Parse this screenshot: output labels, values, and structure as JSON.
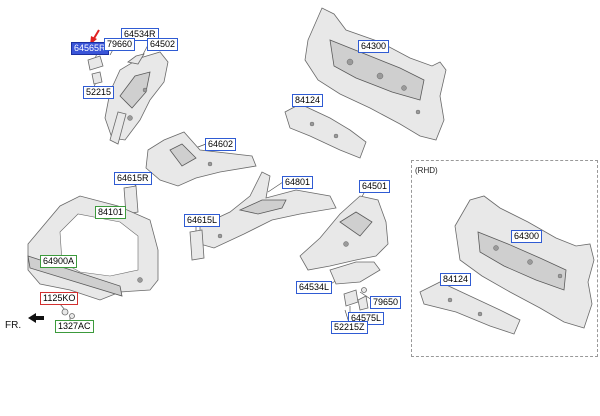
{
  "callouts": [
    {
      "id": "64565R",
      "style": "hl"
    },
    {
      "id": "64534R",
      "style": "blue"
    },
    {
      "id": "79660",
      "style": "blue"
    },
    {
      "id": "64502",
      "style": "blue"
    },
    {
      "id": "52215",
      "style": "blue"
    },
    {
      "id": "64300",
      "style": "blue"
    },
    {
      "id": "84124",
      "style": "blue"
    },
    {
      "id": "64602",
      "style": "blue"
    },
    {
      "id": "64615R",
      "style": "blue"
    },
    {
      "id": "64801",
      "style": "blue"
    },
    {
      "id": "64501",
      "style": "blue"
    },
    {
      "id": "84101",
      "style": "green"
    },
    {
      "id": "64615L",
      "style": "blue"
    },
    {
      "id": "64900A",
      "style": "green"
    },
    {
      "id": "64534L",
      "style": "blue"
    },
    {
      "id": "79650",
      "style": "blue"
    },
    {
      "id": "1125KO",
      "style": "red"
    },
    {
      "id": "64575L",
      "style": "blue"
    },
    {
      "id": "52215Z",
      "style": "blue"
    },
    {
      "id": "1327AC",
      "style": "green"
    },
    {
      "id": "64300",
      "style": "blue"
    },
    {
      "id": "84124",
      "style": "blue"
    }
  ],
  "rhd_label": "(RHD)",
  "front_label": "FR.",
  "colors": {
    "callout_border_blue": "#2f5bd3",
    "callout_border_green": "#3c9a3c",
    "callout_border_red": "#d23030",
    "highlight_fill": "#3a55d8",
    "pointer_arrow": "#e02020"
  }
}
